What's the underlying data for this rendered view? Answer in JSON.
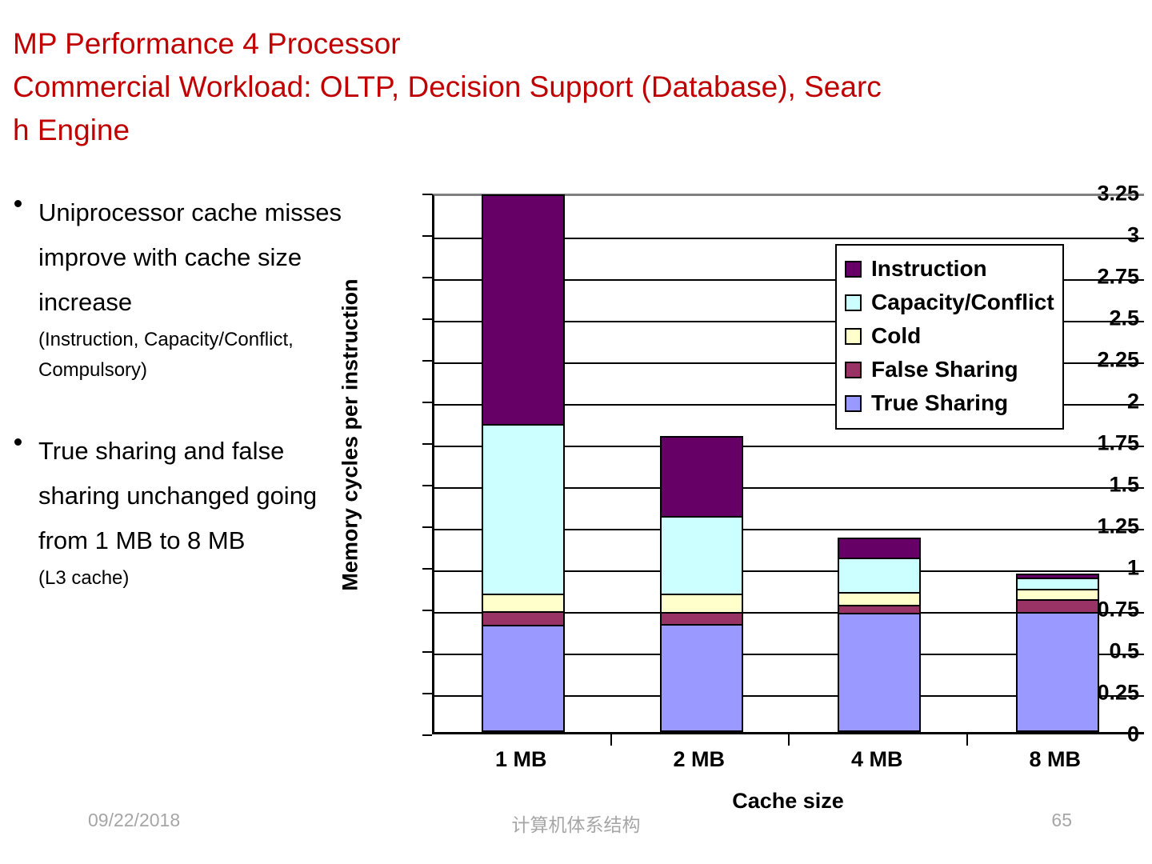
{
  "slide": {
    "title_lines": [
      "MP Performance 4 Processor",
      "Commercial Workload: OLTP, Decision Support (Database), Searc",
      "h Engine"
    ],
    "title_color": "#C00000"
  },
  "bullets": [
    {
      "main": "Uniprocessor cache misses improve with cache size increase",
      "sub": "(Instruction, Capacity/Conflict, Compulsory)"
    },
    {
      "main": "True sharing and false sharing unchanged going from 1 MB to 8 MB",
      "sub": "(L3 cache)"
    }
  ],
  "chart_data": {
    "type": "bar",
    "stacked": true,
    "title": "",
    "xlabel": "Cache size",
    "ylabel": "Memory cycles per instruction",
    "categories": [
      "1 MB",
      "2 MB",
      "4 MB",
      "8 MB"
    ],
    "ylim": [
      0,
      3.25
    ],
    "yticks": [
      "0",
      "0.25",
      "0.5",
      "0.75",
      "1",
      "1.25",
      "1.5",
      "1.75",
      "2",
      "2.25",
      "2.5",
      "2.75",
      "3",
      "3.25"
    ],
    "ytick_values": [
      0,
      0.25,
      0.5,
      0.75,
      1,
      1.25,
      1.5,
      1.75,
      2,
      2.25,
      2.5,
      2.75,
      3,
      3.25
    ],
    "grid": true,
    "legend_position": "upper-right",
    "series": [
      {
        "name": "True Sharing",
        "color": "#9999FF",
        "values": [
          0.645,
          0.65,
          0.715,
          0.72
        ]
      },
      {
        "name": "False Sharing",
        "color": "#993366",
        "values": [
          0.08,
          0.07,
          0.05,
          0.08
        ]
      },
      {
        "name": "Cold",
        "color": "#FFFFCC",
        "values": [
          0.105,
          0.11,
          0.075,
          0.06
        ]
      },
      {
        "name": "Capacity/Conflict",
        "color": "#CCFFFF",
        "values": [
          1.02,
          0.47,
          0.21,
          0.07
        ]
      },
      {
        "name": "Instruction",
        "color": "#660066",
        "values": [
          1.38,
          0.48,
          0.12,
          0.02
        ]
      }
    ],
    "totals": [
      3.23,
      1.78,
      1.17,
      0.95
    ]
  },
  "footer": {
    "date": "09/22/2018",
    "center": "计算机体系结构",
    "page": "65"
  }
}
